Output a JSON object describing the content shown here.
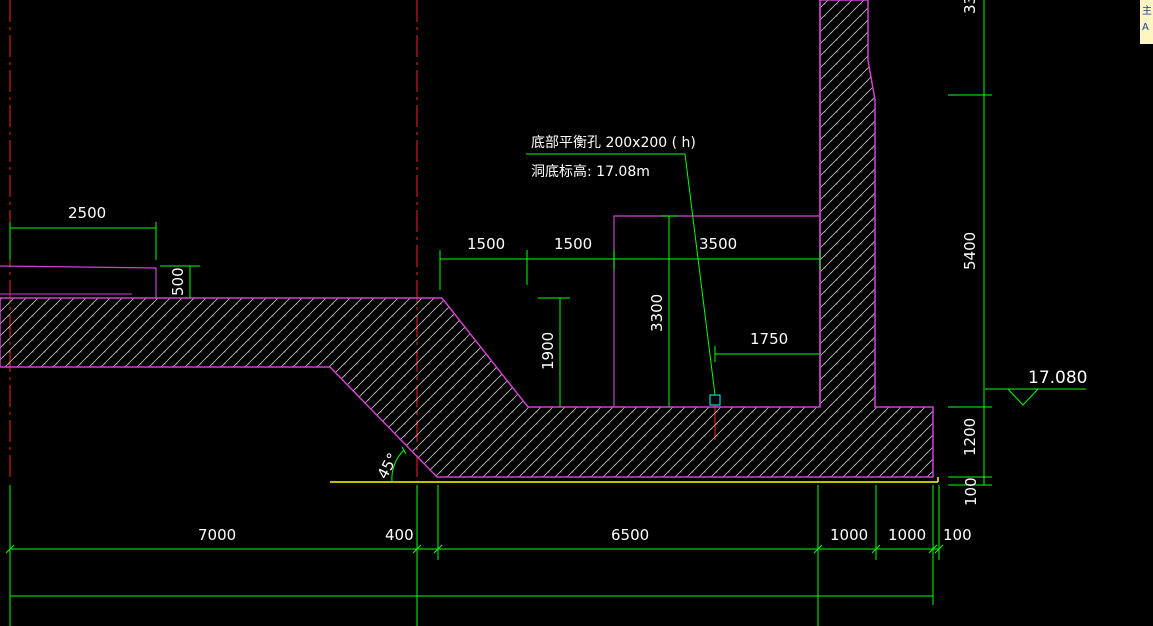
{
  "drawing": {
    "colors": {
      "background": "#000000",
      "concrete_outline": "#d040d0",
      "dimension": "#00ff00",
      "ground": "#ffff00",
      "centerline": "#ff2020",
      "text": "#ffffff"
    },
    "dimensions": {
      "d2500": "2500",
      "d500": "500",
      "d1500a": "1500",
      "d1500b": "1500",
      "d3500": "3500",
      "d3300": "3300",
      "d1900": "1900",
      "d1750": "1750",
      "d5400": "5400",
      "d1200": "1200",
      "d100v": "100",
      "d7000": "7000",
      "d400": "400",
      "d6500": "6500",
      "d1000a": "1000",
      "d1000b": "1000",
      "d100h": "100",
      "d33_partial": "33"
    },
    "annotation": {
      "line1": "底部平衡孔  200x200 ( h)",
      "line2": "洞底标高:  17.08m"
    },
    "elevation": "17.080",
    "angle": "45°",
    "side_panel": {
      "items": [
        "主",
        "A"
      ]
    }
  }
}
